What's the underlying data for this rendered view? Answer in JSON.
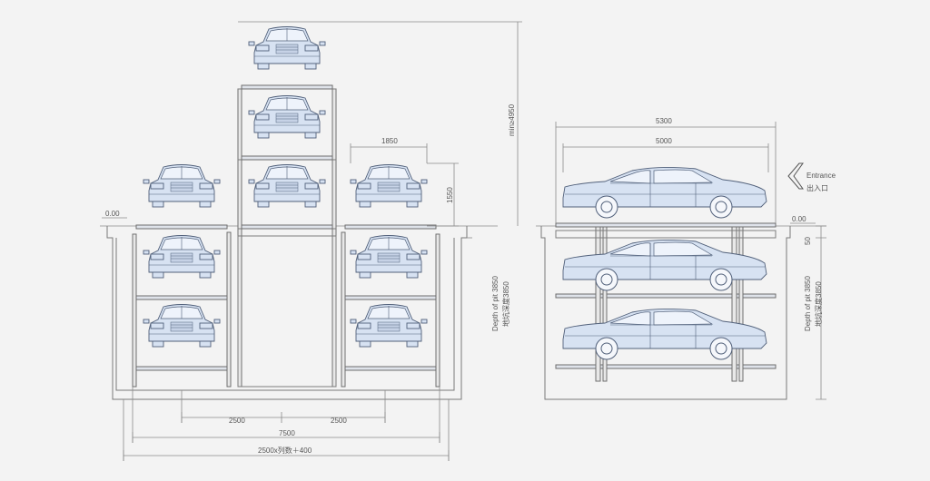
{
  "front_view": {
    "level_zero": "0.00",
    "width_1850": "1850",
    "height_1550": "1550",
    "min_height": "min≥4950",
    "pit_depth_en": "Depth of pit 3850",
    "pit_depth_cn": "地坑深度3850",
    "span_left": "2500",
    "span_right": "2500",
    "total_width": "7500",
    "formula": "2500x列数＋400"
  },
  "side_view": {
    "length_5300": "5300",
    "length_5000": "5000",
    "entrance_en": "Entrance",
    "entrance_cn": "出入口",
    "level_zero": "0.00",
    "offset_50": "50",
    "pit_depth_en": "Depth of pit 3850",
    "pit_depth_cn": "地坑深度3850"
  },
  "colors": {
    "car_fill": "#d7e2f2",
    "car_stroke": "#51607a",
    "background": "#f3f3f3"
  }
}
